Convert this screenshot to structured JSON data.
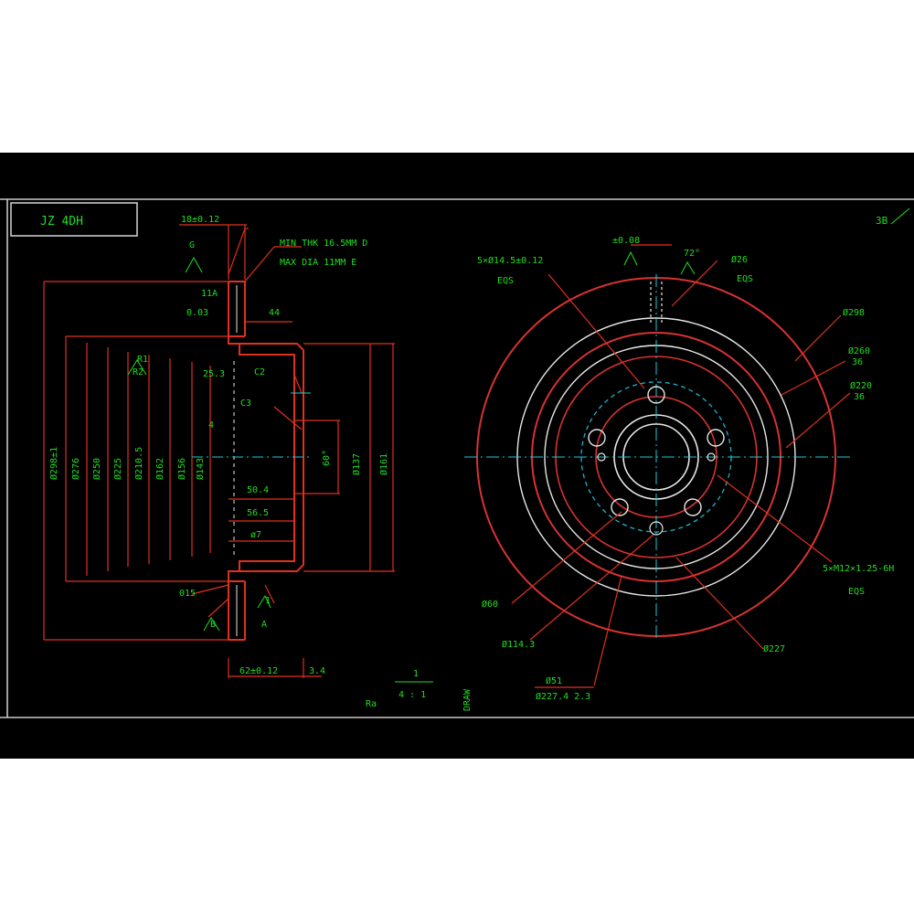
{
  "colors": {
    "background": "#000000",
    "frame": "#c8c8c8",
    "outline": "#e0301e",
    "circle": "#d83232",
    "circle_light": "#e6e6e6",
    "center_line": "#20c8d8",
    "bolt_circle": "#20b0c8",
    "dimension_text": "#22dd22"
  },
  "title_block": {
    "label": "JZ 4DH"
  },
  "corner_note": "3B",
  "section_view": {
    "notes": {
      "min_thk": "MIN THK 16.5MM D",
      "max_dia": "MAX DIA 11MM E"
    },
    "labels": {
      "top_tol": "18±0.12",
      "datum_g": "G",
      "d_left1": "11A",
      "d_left2": "0.03",
      "d_44": "44",
      "d_253": "25.3",
      "d_c2": "C2",
      "d_c3": "C3",
      "d_mark4": "4",
      "d_504": "50.4",
      "d_565": "56.5",
      "d_ring": "ø7",
      "d_015": "015",
      "d_1": "1",
      "d_a": "A",
      "bottom_tol": "62±0.12",
      "d_34": "3.4",
      "d_b": "B",
      "d_r1": "R1",
      "d_r2": "R2",
      "angle_label": "60°",
      "right_dia1": "Ø137",
      "right_dia2": "Ø161"
    },
    "vertical_dims": [
      "Ø298±1",
      "Ø276",
      "Ø250",
      "Ø225",
      "Ø210.5",
      "Ø162",
      "Ø156",
      "Ø143"
    ]
  },
  "front_view": {
    "labels": {
      "note_tl_1": "5×Ø14.5±0.12",
      "note_tl_2": "EQS",
      "tol_top": "±0.08",
      "angle_top": "72°",
      "note_tr_1": "Ø26",
      "note_tr_2": "EQS",
      "dia_298": "Ø298",
      "dia_260": "Ø260",
      "dia_260_sub": "36",
      "dia_220": "Ø220",
      "dia_220_sub": "36",
      "thread_1": "5×M12×1.25-6H",
      "thread_2": "EQS",
      "dia_60": "Ø60",
      "dia_143": "Ø114.3",
      "dia_227": "Ø227",
      "dia_051": "Ø51",
      "dia_227_tol": "Ø227.4 2.3"
    }
  },
  "scale_block": {
    "numerator": "1",
    "denominator": "4 : 1",
    "left_mark": "Ra",
    "sheet_label": "DRAW"
  }
}
